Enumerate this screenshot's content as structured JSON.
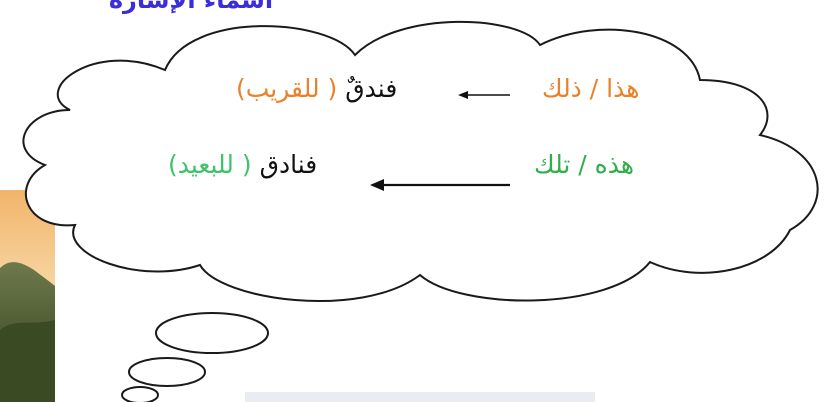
{
  "title": "أسماء الإشارة",
  "rows": [
    {
      "pronouns": "هذا / ذلك",
      "noun": "فندقٌ",
      "qualifier": "( للقريب)",
      "colors": {
        "pronouns": "#e8822a",
        "noun": "#111111",
        "qualifier": "#e8822a"
      }
    },
    {
      "pronouns": "هذه / تلك",
      "noun": "فنادق",
      "qualifier": "( للبعيد)",
      "colors": {
        "pronouns": "#2fae4a",
        "noun": "#111111",
        "qualifier": "#3ec26a"
      }
    }
  ],
  "colors": {
    "title": "#3a2fd6",
    "outline": "#1a1a1a",
    "arrow": "#111111"
  },
  "icons": [
    "cloud-bubble",
    "thought-bubble-trail",
    "landscape-photo",
    "arrow-left-icon"
  ]
}
